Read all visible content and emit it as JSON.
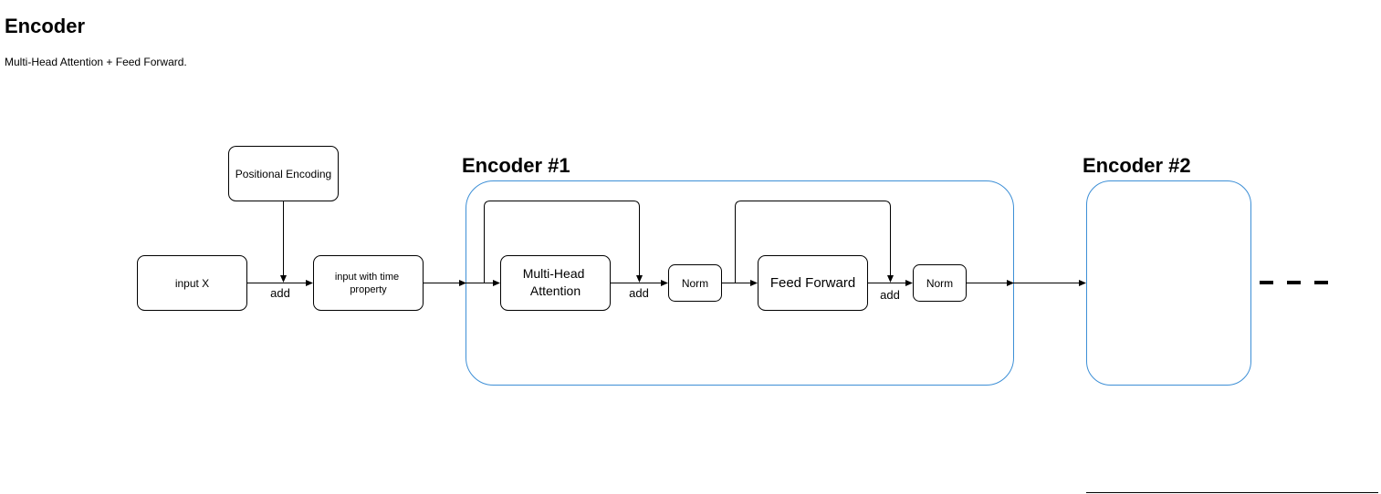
{
  "header": {
    "title": "Encoder",
    "subtitle": "Multi-Head Attention + Feed Forward."
  },
  "diagram": {
    "nodes": {
      "positional_encoding": "Positional Encoding",
      "input_x": "input X",
      "input_time": [
        "input with time",
        "property"
      ],
      "mha": [
        "Multi-Head",
        "Attention"
      ],
      "norm1": "Norm",
      "ff": "Feed Forward",
      "norm2": "Norm"
    },
    "edge_labels": {
      "add1": "add",
      "add2": "add",
      "add3": "add"
    },
    "groups": {
      "encoder1": "Encoder #1",
      "encoder2": "Encoder #2"
    },
    "colors": {
      "group_border": "#3d8fd6",
      "stroke": "#000000"
    }
  }
}
